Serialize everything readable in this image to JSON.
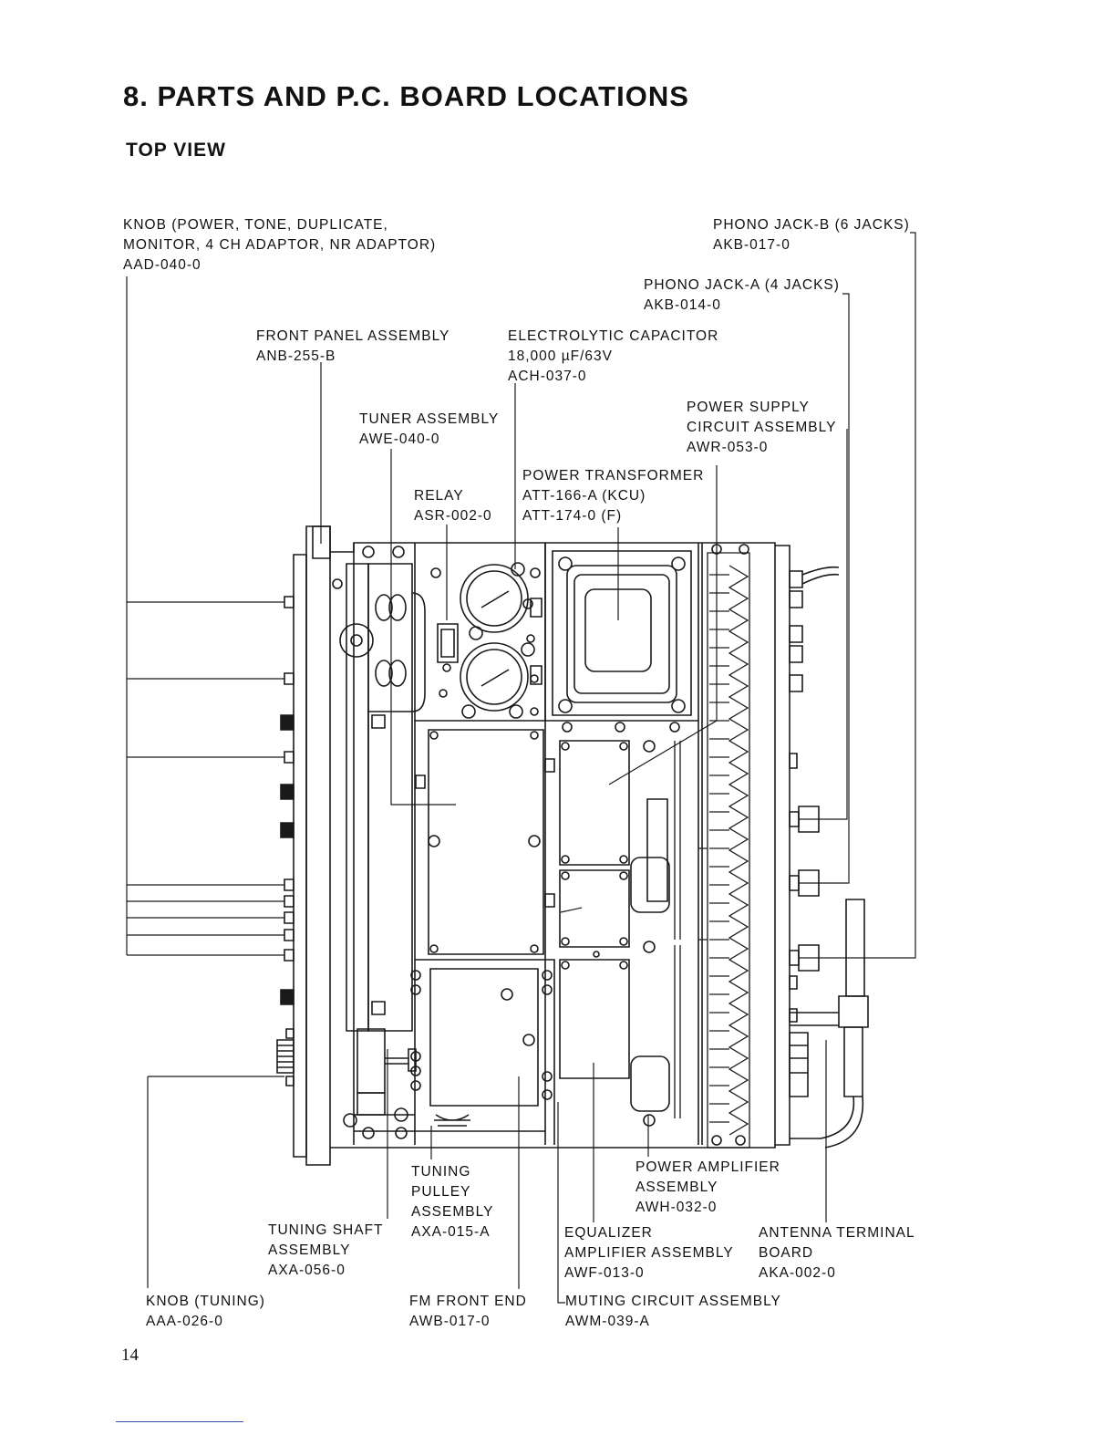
{
  "heading": "8.  PARTS AND P.C. BOARD LOCATIONS",
  "subheading": "TOP VIEW",
  "page_number": "14",
  "labels": {
    "knob_power": {
      "l1": "KNOB (POWER, TONE, DUPLICATE,",
      "l2": "MONITOR, 4 CH ADAPTOR, NR ADAPTOR)",
      "l3": "AAD-040-0"
    },
    "phono_b": {
      "l1": "PHONO JACK-B (6 JACKS)",
      "l2": "AKB-017-0"
    },
    "phono_a": {
      "l1": "PHONO JACK-A (4 JACKS)",
      "l2": "AKB-014-0"
    },
    "front_panel": {
      "l1": "FRONT PANEL ASSEMBLY",
      "l2": "ANB-255-B"
    },
    "capacitor": {
      "l1": "ELECTROLYTIC CAPACITOR",
      "l2": "18,000 µF/63V",
      "l3": "ACH-037-0"
    },
    "power_supply": {
      "l1": "POWER SUPPLY",
      "l2": "CIRCUIT ASSEMBLY",
      "l3": "AWR-053-0"
    },
    "tuner": {
      "l1": "TUNER ASSEMBLY",
      "l2": "AWE-040-0"
    },
    "transformer": {
      "l1": "POWER TRANSFORMER",
      "l2": "ATT-166-A (KCU)",
      "l3": "ATT-174-0 (F)"
    },
    "relay": {
      "l1": "RELAY",
      "l2": "ASR-002-0"
    },
    "tuning_pulley": {
      "l1": "TUNING",
      "l2": "PULLEY",
      "l3": "ASSEMBLY",
      "l4": "AXA-015-A"
    },
    "power_amp": {
      "l1": "POWER AMPLIFIER",
      "l2": "ASSEMBLY",
      "l3": "AWH-032-0"
    },
    "tuning_shaft": {
      "l1": "TUNING SHAFT",
      "l2": "ASSEMBLY",
      "l3": "AXA-056-0"
    },
    "equalizer": {
      "l1": "EQUALIZER",
      "l2": "AMPLIFIER ASSEMBLY",
      "l3": "AWF-013-0"
    },
    "antenna": {
      "l1": "ANTENNA TERMINAL",
      "l2": "BOARD",
      "l3": "AKA-002-0"
    },
    "knob_tuning": {
      "l1": "KNOB (TUNING)",
      "l2": "AAA-026-0"
    },
    "fm_front_end": {
      "l1": "FM FRONT END",
      "l2": "AWB-017-0"
    },
    "muting": {
      "l1": "MUTING CIRCUIT ASSEMBLY",
      "l2": "AWM-039-A"
    }
  }
}
